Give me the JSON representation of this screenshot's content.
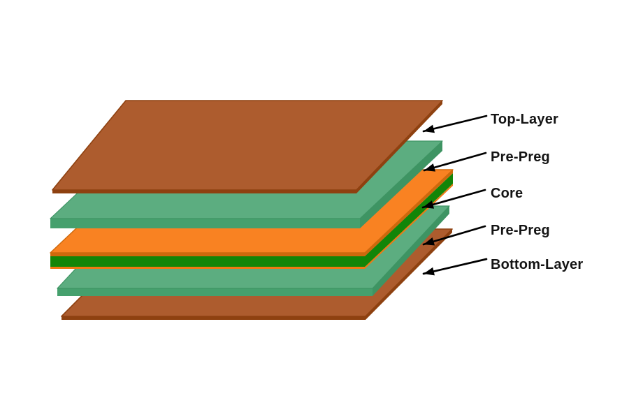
{
  "colors": {
    "background": "#FFFFFF",
    "label": "#141414",
    "arrow": "#000000",
    "copper_face": "#AD5C2E",
    "copper_edge": "#8E4110",
    "prepreg_face": "#5CAD80",
    "prepreg_front": "#45A06D",
    "prepreg_side": "#3E9463",
    "core_copper_face": "#F98222",
    "core_copper_edge": "#CE690C",
    "core_dielectric": "#128508",
    "core_copper_bottom": "#EE7913"
  },
  "layers": [
    {
      "name": "top-layer",
      "label": "Top-Layer"
    },
    {
      "name": "prepreg-upper",
      "label": "Pre-Preg"
    },
    {
      "name": "core",
      "label": "Core"
    },
    {
      "name": "prepreg-lower",
      "label": "Pre-Preg"
    },
    {
      "name": "bottom-layer",
      "label": "Bottom-Layer"
    }
  ]
}
